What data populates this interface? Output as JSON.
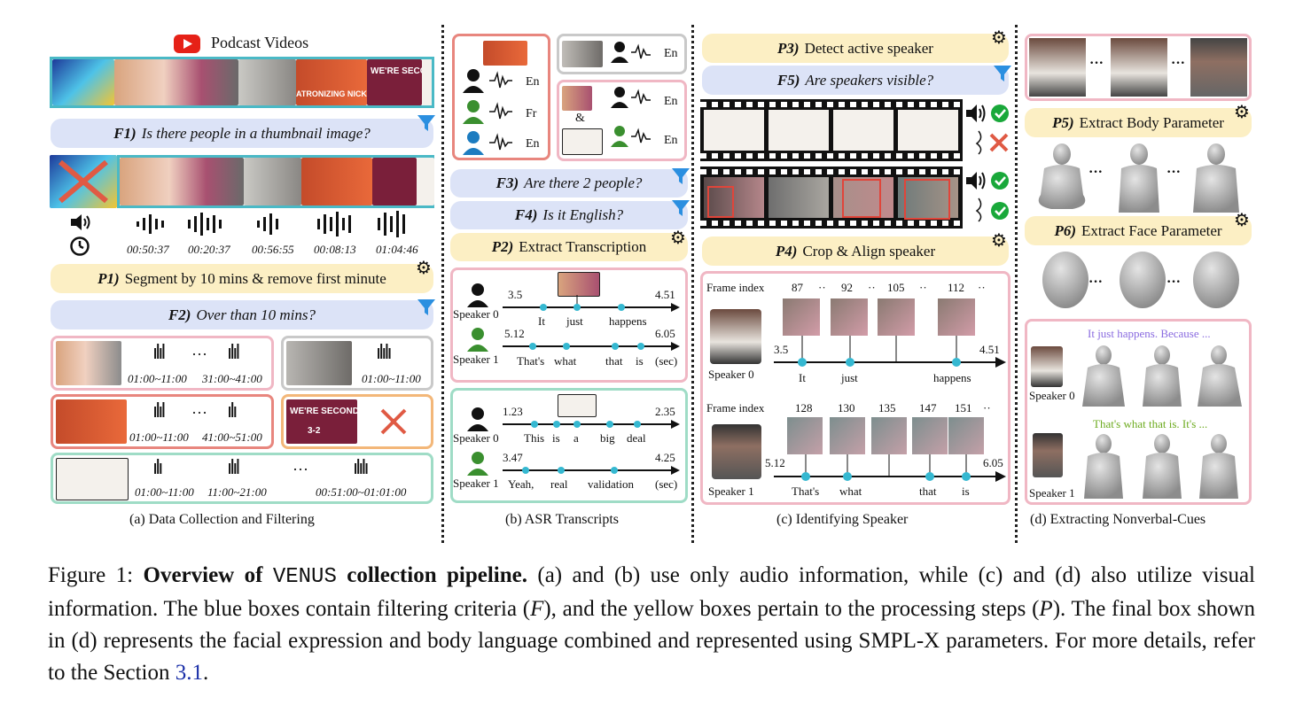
{
  "panel_a": {
    "title": "Podcast Videos",
    "f1": {
      "tag": "F1)",
      "text": "Is there people in a thumbnail image?"
    },
    "timestamps": [
      "00:50:37",
      "00:20:37",
      "00:56:55",
      "00:08:13",
      "01:04:46"
    ],
    "p1": {
      "tag": "P1)",
      "text": "Segment by 10 mins & remove first minute"
    },
    "f2": {
      "tag": "F2)",
      "text": "Over than 10 mins?"
    },
    "seg1": [
      "01:00~11:00",
      "31:00~41:00"
    ],
    "seg2": [
      "01:00~11:00"
    ],
    "seg3": [
      "01:00~11:00",
      "41:00~51:00"
    ],
    "seg5": [
      "01:00~11:00",
      "11:00~21:00",
      "00:51:00~01:01:00"
    ],
    "thumb_texts": [
      "WE'RE SECOND",
      "ATRONIZING NICKNAME",
      "3-2"
    ],
    "caption": "(a) Data Collection and Filtering"
  },
  "panel_b": {
    "lang": [
      "En",
      "Fr",
      "En",
      "En",
      "En",
      "En"
    ],
    "amp": "&",
    "f3": {
      "tag": "F3)",
      "text": "Are there 2 people?"
    },
    "f4": {
      "tag": "F4)",
      "text": "Is it English?"
    },
    "p2": {
      "tag": "P2)",
      "text": "Extract Transcription"
    },
    "t1": {
      "s0_start": "3.5",
      "s0_end": "4.51",
      "s0_words": [
        "It",
        "just",
        "happens"
      ],
      "s1_start": "5.12",
      "s1_end": "6.05",
      "s1_words": [
        "That's",
        "what",
        "that",
        "is",
        "(sec)"
      ]
    },
    "t2": {
      "s0_start": "1.23",
      "s0_end": "2.35",
      "s0_words": [
        "This",
        "is",
        "a",
        "big",
        "deal"
      ],
      "s1_start": "3.47",
      "s1_end": "4.25",
      "s1_words": [
        "Yeah,",
        "real",
        "validation",
        "(sec)"
      ]
    },
    "speaker0": "Speaker 0",
    "speaker1": "Speaker 1",
    "caption": "(b) ASR Transcripts"
  },
  "panel_c": {
    "p3": {
      "tag": "P3)",
      "text": "Detect active speaker"
    },
    "f5": {
      "tag": "F5)",
      "text": "Are speakers visible?"
    },
    "p4": {
      "tag": "P4)",
      "text": "Crop & Align speaker"
    },
    "frame_index": "Frame index",
    "frames0": [
      "87",
      "92",
      "105",
      "112"
    ],
    "frames1": [
      "128",
      "130",
      "135",
      "147",
      "151"
    ],
    "dots": "··",
    "s0_start": "3.5",
    "s0_end": "4.51",
    "s0_words": [
      "It",
      "just",
      "happens"
    ],
    "s1_start": "5.12",
    "s1_end": "6.05",
    "s1_words": [
      "That's",
      "what",
      "that",
      "is"
    ],
    "speaker0": "Speaker 0",
    "speaker1": "Speaker 1",
    "caption": "(c) Identifying Speaker"
  },
  "panel_d": {
    "p5": {
      "tag": "P5)",
      "text": "Extract Body Parameter"
    },
    "p6": {
      "tag": "P6)",
      "text": "Extract Face Parameter"
    },
    "quote0": "It just happens. Because ...",
    "quote1": "That's what that is. It's ...",
    "speaker0": "Speaker 0",
    "speaker1": "Speaker 1",
    "ellipsis": "···",
    "caption": "(d) Extracting Nonverbal-Cues"
  },
  "figure_caption": {
    "label": "Figure 1:",
    "bold1": "Overview of",
    "mono": "VENUS",
    "bold2": "collection pipeline.",
    "rest1": "(a) and (b) use only audio information, while (c) and (d) also utilize visual information. The blue boxes contain filtering criteria (",
    "F": "F",
    "rest2": "), and the yellow boxes pertain to the processing steps (",
    "P": "P",
    "rest3": "). The final box shown in (d) represents the facial expression and body language combined and represented using SMPL-X parameters. For more details, refer to the Section",
    "ref": "3.1",
    "end": "."
  },
  "colors": {
    "blue_box": "#dce3f7",
    "yellow_box": "#fcefc4",
    "cyan_border": "#4ab9c6",
    "pink_border": "#f0b7c4",
    "red_x": "#e05a44",
    "check_green": "#19a83a",
    "funnel_blue": "#2b8fe0",
    "dot_teal": "#35b8d1",
    "purple_quote": "#8a6be0",
    "green_quote": "#6dab1f"
  }
}
